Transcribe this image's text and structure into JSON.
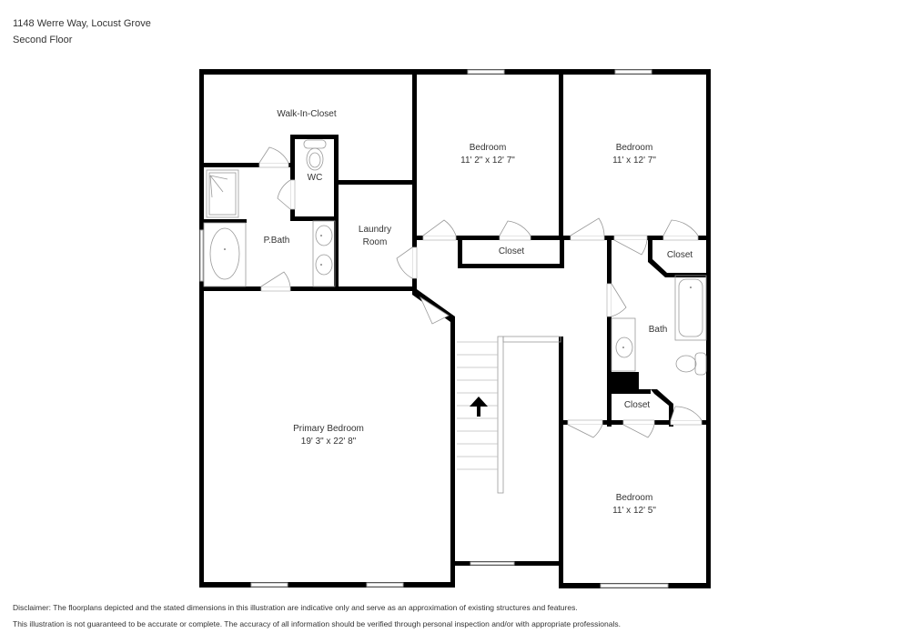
{
  "header": {
    "address": "1148 Werre Way, Locust Grove",
    "floor": "Second Floor"
  },
  "rooms": {
    "walk_in_closet": {
      "name": "Walk-In-Closet"
    },
    "wc": {
      "name": "WC"
    },
    "p_bath": {
      "name": "P.Bath"
    },
    "laundry": {
      "name": "Laundry",
      "name2": "Room"
    },
    "bedroom_1": {
      "name": "Bedroom",
      "dims": "11' 2\" x 12' 7\""
    },
    "bedroom_2": {
      "name": "Bedroom",
      "dims": "11' x 12' 7\""
    },
    "closet_1": {
      "name": "Closet"
    },
    "closet_2": {
      "name": "Closet"
    },
    "bath": {
      "name": "Bath"
    },
    "closet_3": {
      "name": "Closet"
    },
    "primary_bedroom": {
      "name": "Primary Bedroom",
      "dims": "19' 3\" x 22' 8\""
    },
    "bedroom_3": {
      "name": "Bedroom",
      "dims": "11' x 12' 5\""
    }
  },
  "disclaimer": {
    "line1": "Disclaimer: The floorplans depicted and the stated dimensions in this illustration are indicative only and serve as an approximation of existing structures and features.",
    "line2": "This illustration is not guaranteed to be accurate or complete. The accuracy of all information should be verified through personal inspection and/or with appropriate professionals."
  },
  "colors": {
    "wall": "#000000",
    "fixture": "#999999",
    "text": "#333333"
  }
}
